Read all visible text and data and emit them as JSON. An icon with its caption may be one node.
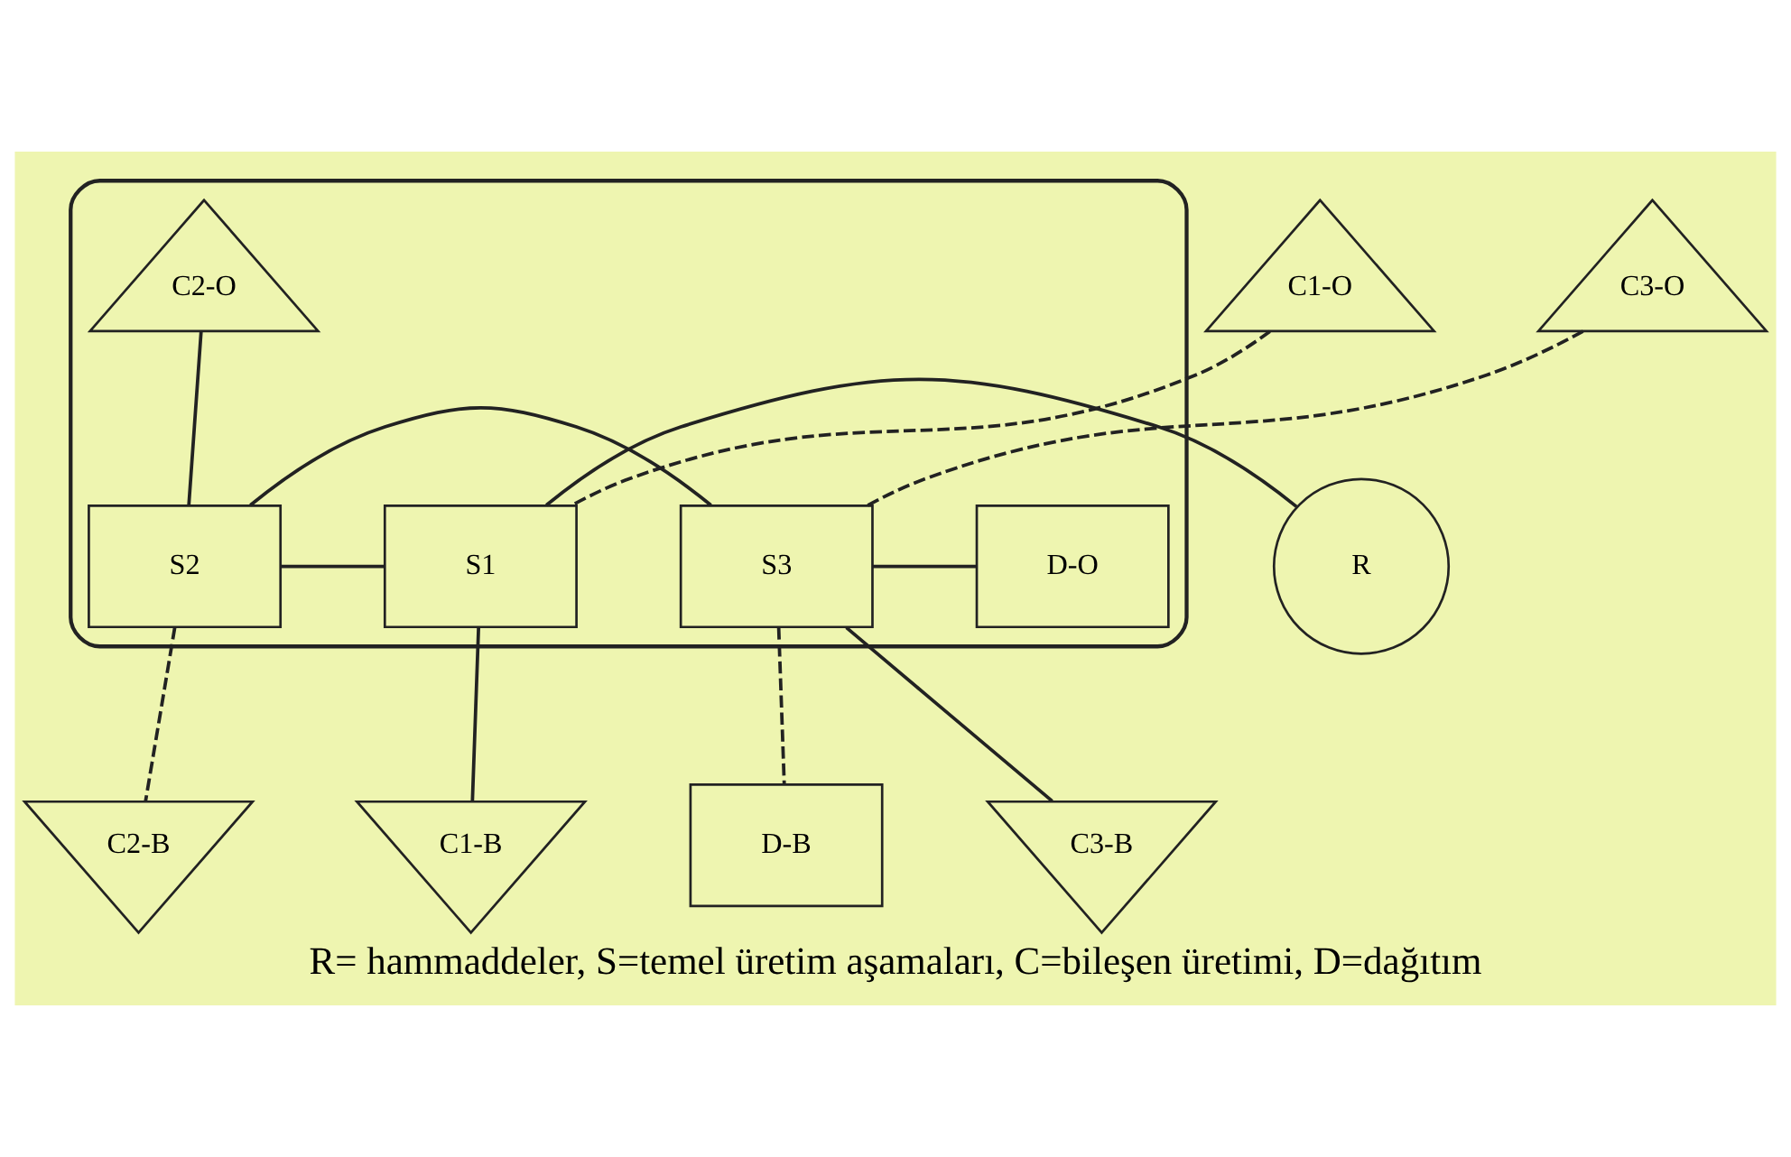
{
  "diagram": {
    "caption": "R= hammaddeler, S=temel üretim aşamaları, C=bileşen üretimi, D=dağıtım",
    "nodes": [
      {
        "text": [],
        "shape": "box"
      },
      {
        "text": [
          "C1-O"
        ]
      },
      {
        "text": [
          "C2-O"
        ],
        "in": 0
      },
      {
        "text": [
          "C3-O"
        ]
      },
      {
        "text": [
          "R"
        ]
      },
      {
        "text": [
          "S1"
        ],
        "in": 0
      },
      {
        "text": [
          "S2"
        ],
        "in": 0
      },
      {
        "text": [
          "S3"
        ],
        "in": 0
      },
      {
        "text": [
          "D-O"
        ],
        "in": 0
      },
      {
        "text": [
          "D-B"
        ]
      },
      {
        "text": [
          "C1-B"
        ]
      },
      {
        "text": [
          "C2-B"
        ]
      },
      {
        "text": [
          "C3-B"
        ]
      }
    ],
    "edges": [
      {
        "from": 4,
        "to": 5,
        "arrow": "none"
      },
      {
        "from": 5,
        "to": 6,
        "arrow": "none"
      },
      {
        "from": 6,
        "to": 7,
        "arrow": "none"
      },
      {
        "from": 1,
        "to": 5,
        "arrow": "none",
        "style": "dashed"
      },
      {
        "from": 2,
        "to": 6,
        "arrow": "none"
      },
      {
        "from": 3,
        "to": 7,
        "arrow": "none",
        "style": "dashed"
      },
      {
        "from": 7,
        "to": 8,
        "arrow": "none"
      },
      {
        "from": 7,
        "to": 9,
        "arrow": "none",
        "style": "dashed"
      },
      {
        "from": 5,
        "to": 10,
        "arrow": "none"
      },
      {
        "from": 6,
        "to": 11,
        "arrow": "none",
        "style": "dashed"
      },
      {
        "from": 7,
        "to": 12,
        "arrow": "none"
      }
    ]
  }
}
